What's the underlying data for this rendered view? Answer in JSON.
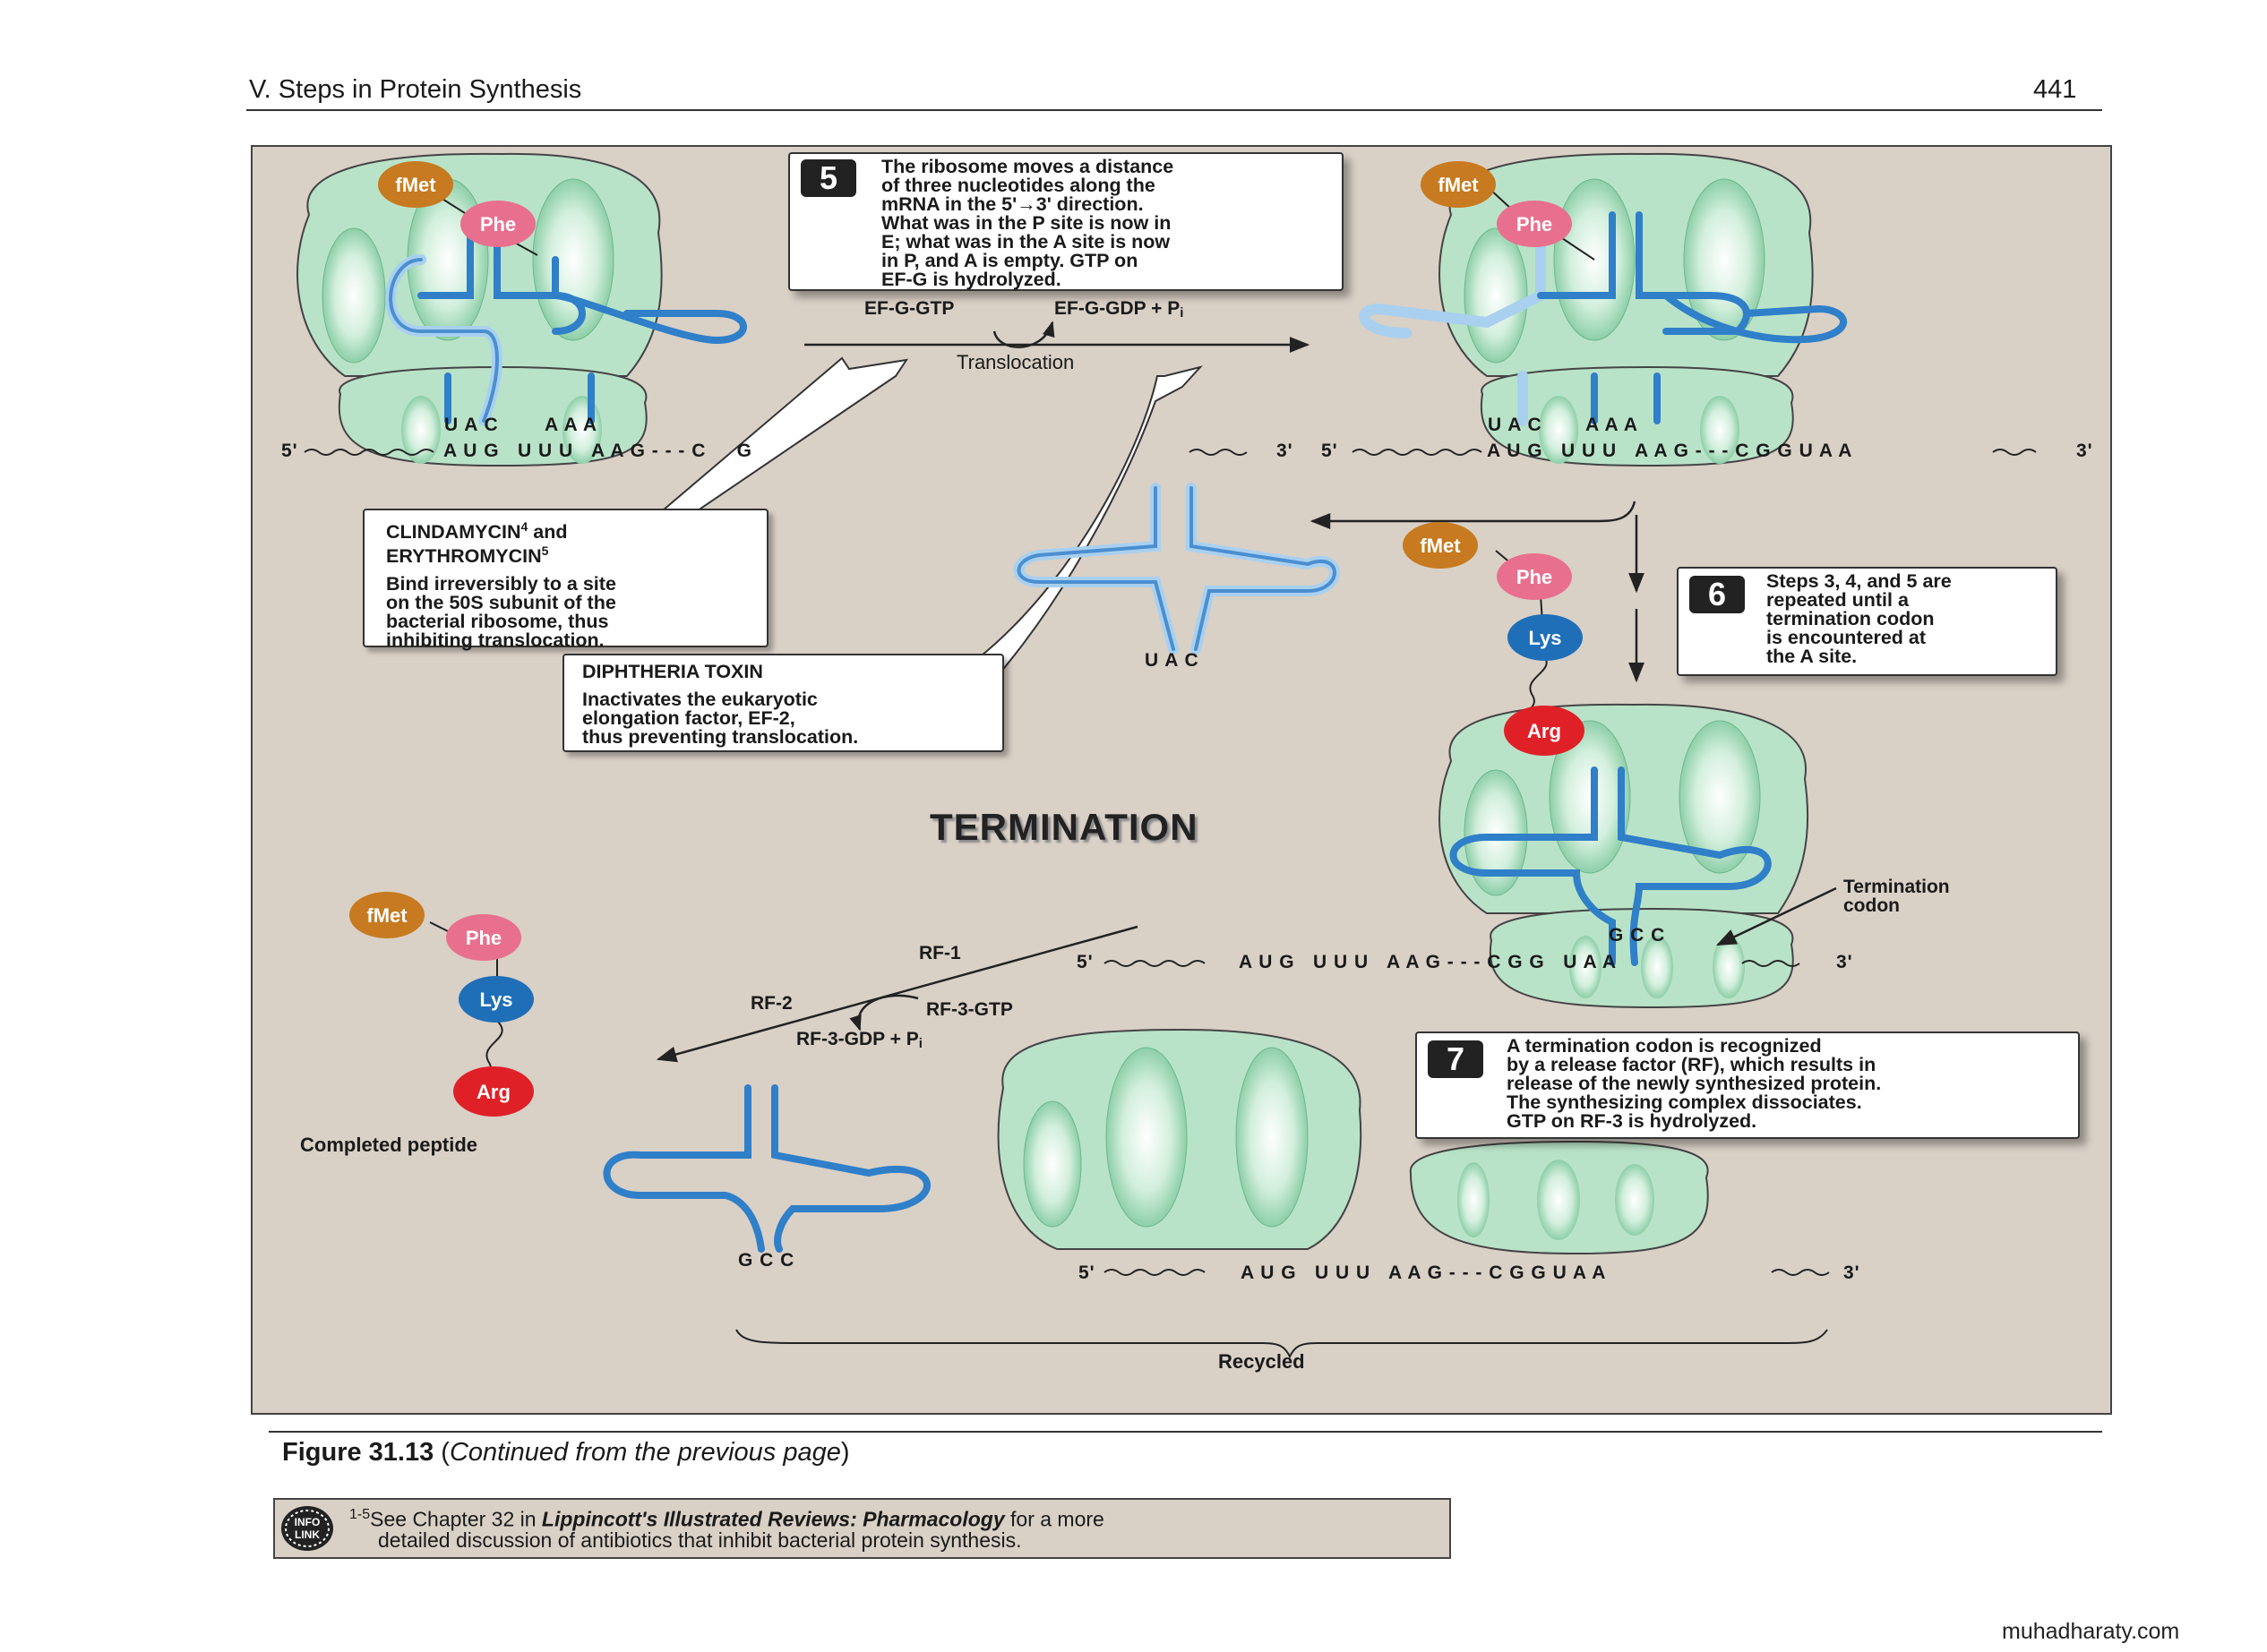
{
  "header": {
    "title": "V. Steps in Protein Synthesis",
    "page_number": "441"
  },
  "step5": {
    "number": "5",
    "lines": [
      "The ribosome moves a distance",
      "of three nucleotides along the",
      "mRNA in the 5'→3'  direction.",
      "What was in the P site is now in",
      "E; what was in the A site is now",
      "in P, and A is empty. GTP on",
      "EF-G is hydrolyzed."
    ]
  },
  "translocation": {
    "ef_g_gtp": "EF-G-GTP",
    "ef_g_gdp": "EF-G-GDP + P",
    "pi_sub": "i",
    "label": "Translocation"
  },
  "clindamycin": {
    "title_1": "CLINDAMYCIN",
    "sup_1": "4",
    "and": " and",
    "title_2": "ERYTHROMYCIN",
    "sup_2": "5",
    "lines": [
      "Bind irreversibly to a site",
      "on the 50S subunit of the",
      "bacterial ribosome, thus",
      "inhibiting translocation."
    ]
  },
  "diphtheria": {
    "title": "DIPHTHERIA TOXIN",
    "lines": [
      "Inactivates the eukaryotic",
      "elongation factor, EF-2,",
      "thus preventing translocation."
    ]
  },
  "step6": {
    "number": "6",
    "lines": [
      "Steps 3, 4, and 5 are",
      "repeated until a",
      "termination codon",
      "is encountered at",
      "the A site."
    ]
  },
  "step7": {
    "number": "7",
    "lines": [
      "A termination codon is recognized",
      "by a release factor (RF), which results in",
      "release of the newly synthesized protein.",
      "The synthesizing complex dissociates.",
      "GTP on RF-3 is hydrolyzed."
    ]
  },
  "termination_title": "TERMINATION",
  "amino_acids": {
    "fmet": "fMet",
    "phe": "Phe",
    "lys": "Lys",
    "arg": "Arg"
  },
  "amino_colors": {
    "fmet": "#c77a1f",
    "phe": "#e8708e",
    "lys": "#1f6fb8",
    "arg": "#e02027"
  },
  "anticodons": {
    "uac": "U A C",
    "aaa": "A A A",
    "gcc": "G C C"
  },
  "mrna": {
    "left_5": "5'",
    "left_seq": "A U G   U U U   A A G - - - C     G",
    "left_3": "3'",
    "right_5": "5'",
    "right_seq": "A U G   U U U   A A G - - - C G G U A A",
    "right_3": "3'",
    "term_5": "5'",
    "term_seq": "A U G   U U U   A A G - - - C G G   U A A",
    "term_3": "3'",
    "recycled_5": "5'",
    "recycled_seq": "A U G   U U U   A A G - - - C G G U A A",
    "recycled_3": "3'"
  },
  "termination_codon_label": [
    "Termination",
    "codon"
  ],
  "release_factors": {
    "rf1": "RF-1",
    "rf2": "RF-2",
    "rf3_gtp": "RF-3-GTP",
    "rf3_gdp": "RF-3-GDP + P",
    "pi_sub": "i"
  },
  "completed_peptide": "Completed peptide",
  "recycled": "Recycled",
  "caption": {
    "figure": "Figure 31.13",
    "open": " (",
    "note": "Continued from the previous page",
    "close": ")"
  },
  "info_link": {
    "icon_line1": "INFO",
    "icon_line2": "LINK",
    "sup": "1-5",
    "pre": "See Chapter 32 in ",
    "book": "Lippincott's Illustrated Reviews: Pharmacology",
    "post": " for a more",
    "line2": "detailed discussion of antibiotics that inhibit bacterial protein synthesis."
  },
  "watermark": "muhadharaty.com",
  "colors": {
    "panel": "#d9d0c6",
    "ribosome": "#b9e3c8",
    "trna_dark": "#2f7fc9",
    "trna_light": "#a9d0ef"
  }
}
